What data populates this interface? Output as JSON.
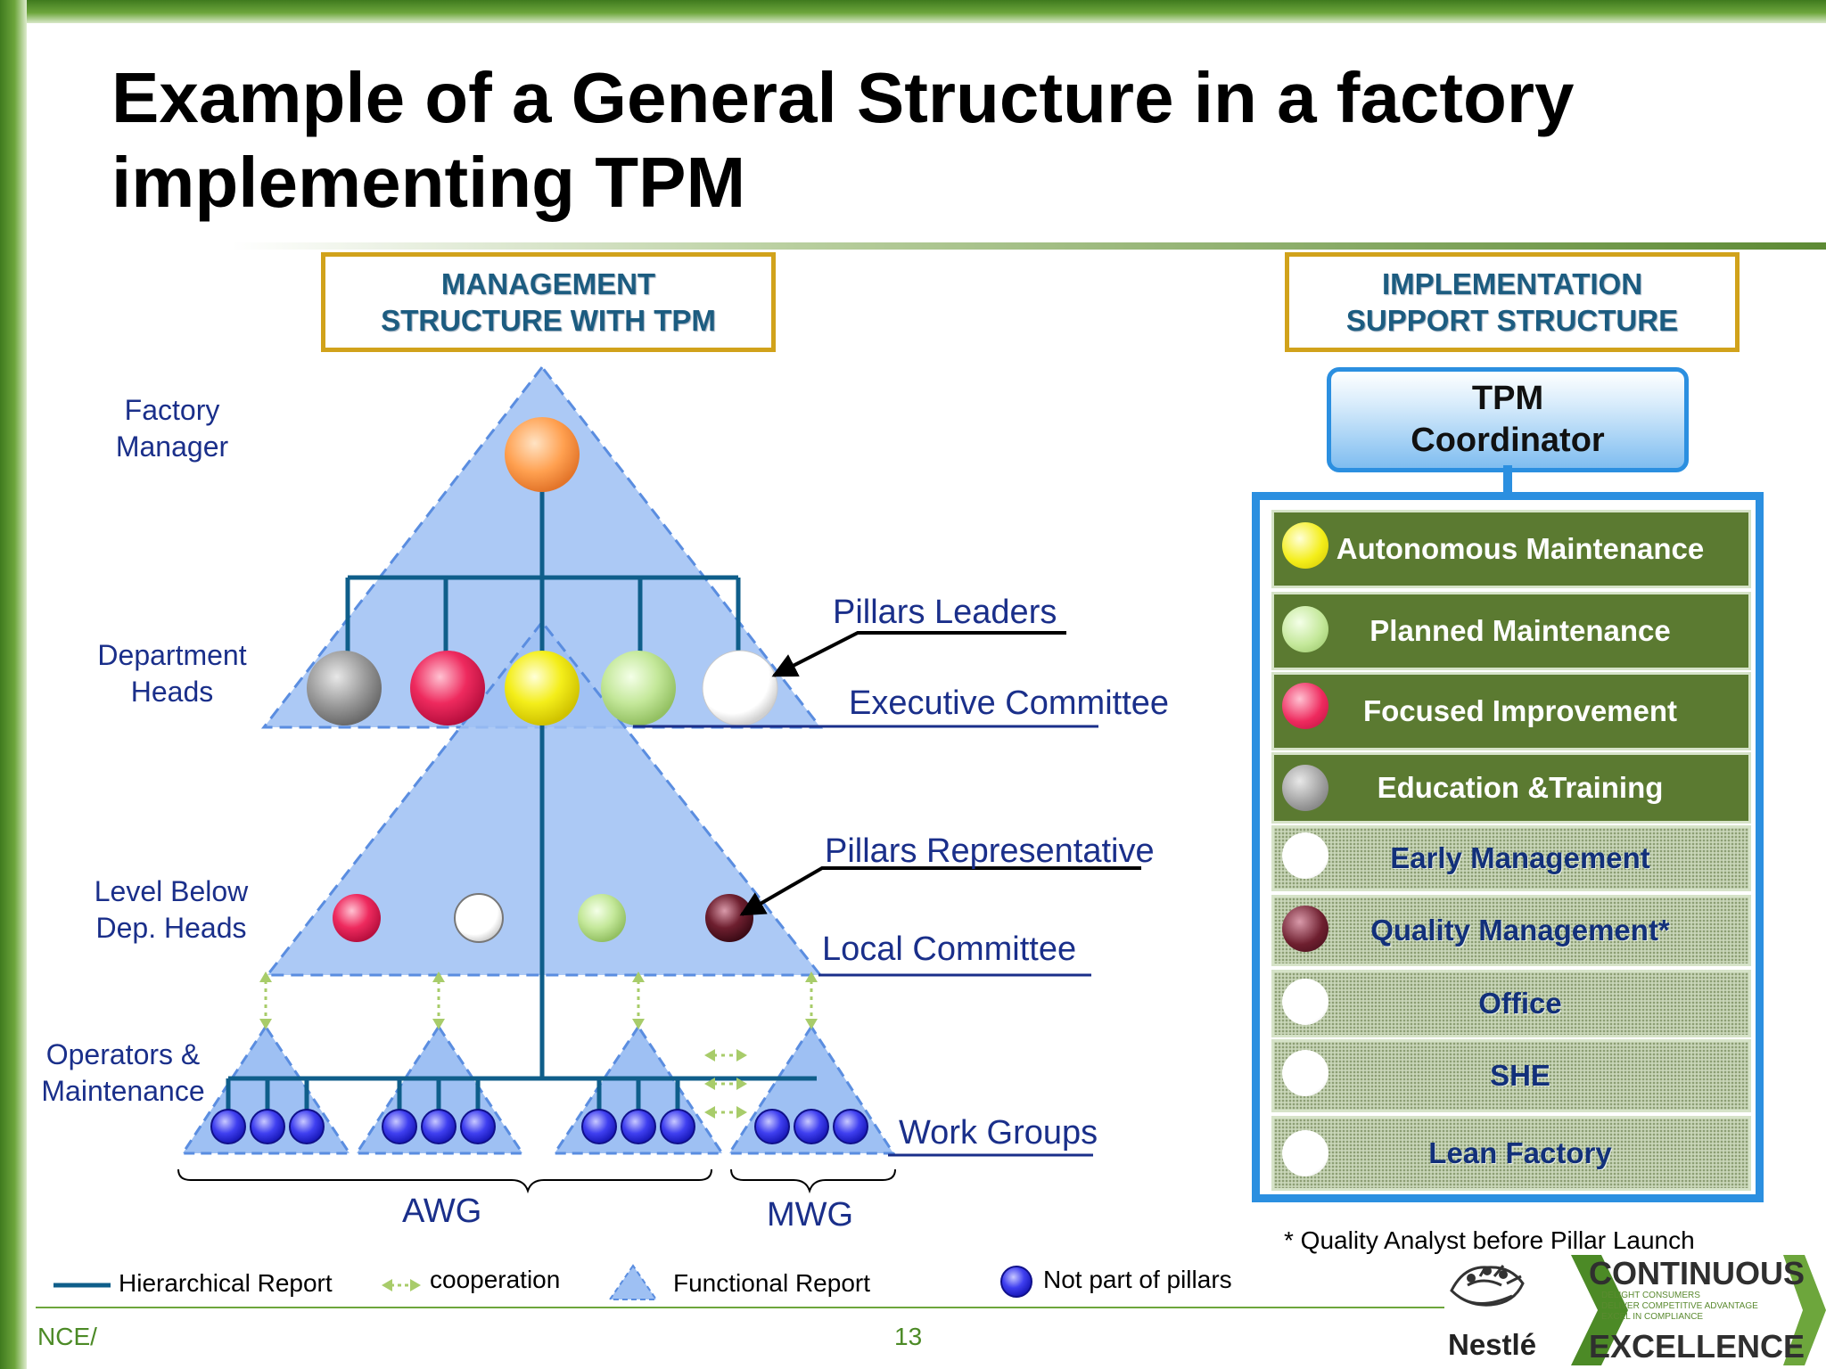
{
  "slide": {
    "title": "Example of a General Structure in a factory implementing TPM",
    "footer_left": "NCE/",
    "page_number": "13"
  },
  "headers": {
    "management": "MANAGEMENT STRUCTURE WITH TPM",
    "implementation": "IMPLEMENTATION SUPPORT STRUCTURE"
  },
  "levels": {
    "factory_manager": "Factory Manager",
    "department_heads": "Department Heads",
    "level_below": "Level Below Dep. Heads",
    "operators": "Operators & Maintenance"
  },
  "labels": {
    "pillars_leaders": "Pillars Leaders",
    "executive_committee": "Executive Committee",
    "pillars_representative": "Pillars Representative",
    "local_committee": "Local Committee",
    "work_groups": "Work Groups",
    "awg": "AWG",
    "mwg": "MWG"
  },
  "tpm_coordinator": "TPM Coordinator",
  "pillars": [
    {
      "label": "Autonomous Maintenance",
      "style": "solid",
      "dot_color": "#f4ee1a"
    },
    {
      "label": "Planned Maintenance",
      "style": "solid",
      "dot_color": "#c4e89a"
    },
    {
      "label": "Focused Improvement",
      "style": "solid",
      "dot_color": "#ee2a5e"
    },
    {
      "label": "Education &Training",
      "style": "solid",
      "dot_color": "#9a9a9a"
    },
    {
      "label": "Early Management",
      "style": "pattern",
      "dot_color": "#ffffff"
    },
    {
      "label": "Quality Management*",
      "style": "pattern",
      "dot_color": "#6e1f2f"
    },
    {
      "label": "Office",
      "style": "pattern",
      "dot_color": "#ffffff"
    },
    {
      "label": "SHE",
      "style": "pattern",
      "dot_color": "#ffffff"
    },
    {
      "label": "Lean Factory",
      "style": "pattern",
      "dot_color": "#ffffff"
    }
  ],
  "footnote": "* Quality Analyst before Pillar Launch",
  "legend": {
    "hierarchical": "Hierarchical Report",
    "cooperation": "cooperation",
    "functional": "Functional Report",
    "not_part": "Not part of pillars"
  },
  "logo": {
    "brand": "Nestlé",
    "continuous": "CONTINUOUS",
    "excellence": "EXCELLENCE",
    "tagline": [
      "DELIGHT CONSUMERS",
      "DELIVER COMPETITIVE ADVANTAGE",
      "EXCEL IN COMPLIANCE"
    ]
  },
  "colors": {
    "triangle_fill": "#9ec0f3",
    "line": "#0f5e8a",
    "frame_blue": "#2b8fe0",
    "header_gold": "#d1a21b",
    "pillar_green": "#5b7a31",
    "label_blue": "#1a2f8a"
  }
}
